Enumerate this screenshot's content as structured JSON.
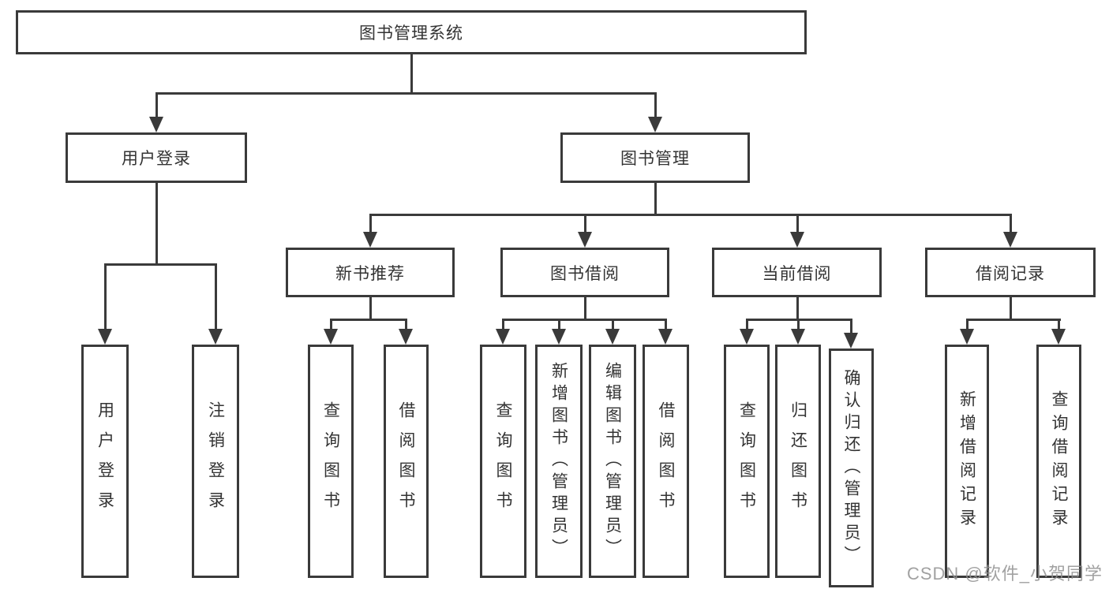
{
  "title": "图书管理系统",
  "tree": {
    "root": {
      "label": "图书管理系统"
    },
    "branches": [
      {
        "label": "用户登录",
        "children": [
          {
            "label": "用户登录"
          },
          {
            "label": "注销登录"
          }
        ]
      },
      {
        "label": "图书管理",
        "children": [
          {
            "label": "新书推荐",
            "children": [
              {
                "label": "查询图书"
              },
              {
                "label": "借阅图书"
              }
            ]
          },
          {
            "label": "图书借阅",
            "children": [
              {
                "label": "查询图书"
              },
              {
                "label": "新增图书（管理员）"
              },
              {
                "label": "编辑图书（管理员）"
              },
              {
                "label": "借阅图书"
              }
            ]
          },
          {
            "label": "当前借阅",
            "children": [
              {
                "label": "查询图书"
              },
              {
                "label": "归还图书"
              },
              {
                "label": "确认归还（管理员）"
              }
            ]
          },
          {
            "label": "借阅记录",
            "children": [
              {
                "label": "新增借阅记录"
              },
              {
                "label": "查询借阅记录"
              }
            ]
          }
        ]
      }
    ]
  },
  "watermark": "CSDN @软件_小贺同学",
  "colors": {
    "line": "#3a3a3a",
    "text": "#333333",
    "watermark": "#919191",
    "background": "#ffffff"
  }
}
